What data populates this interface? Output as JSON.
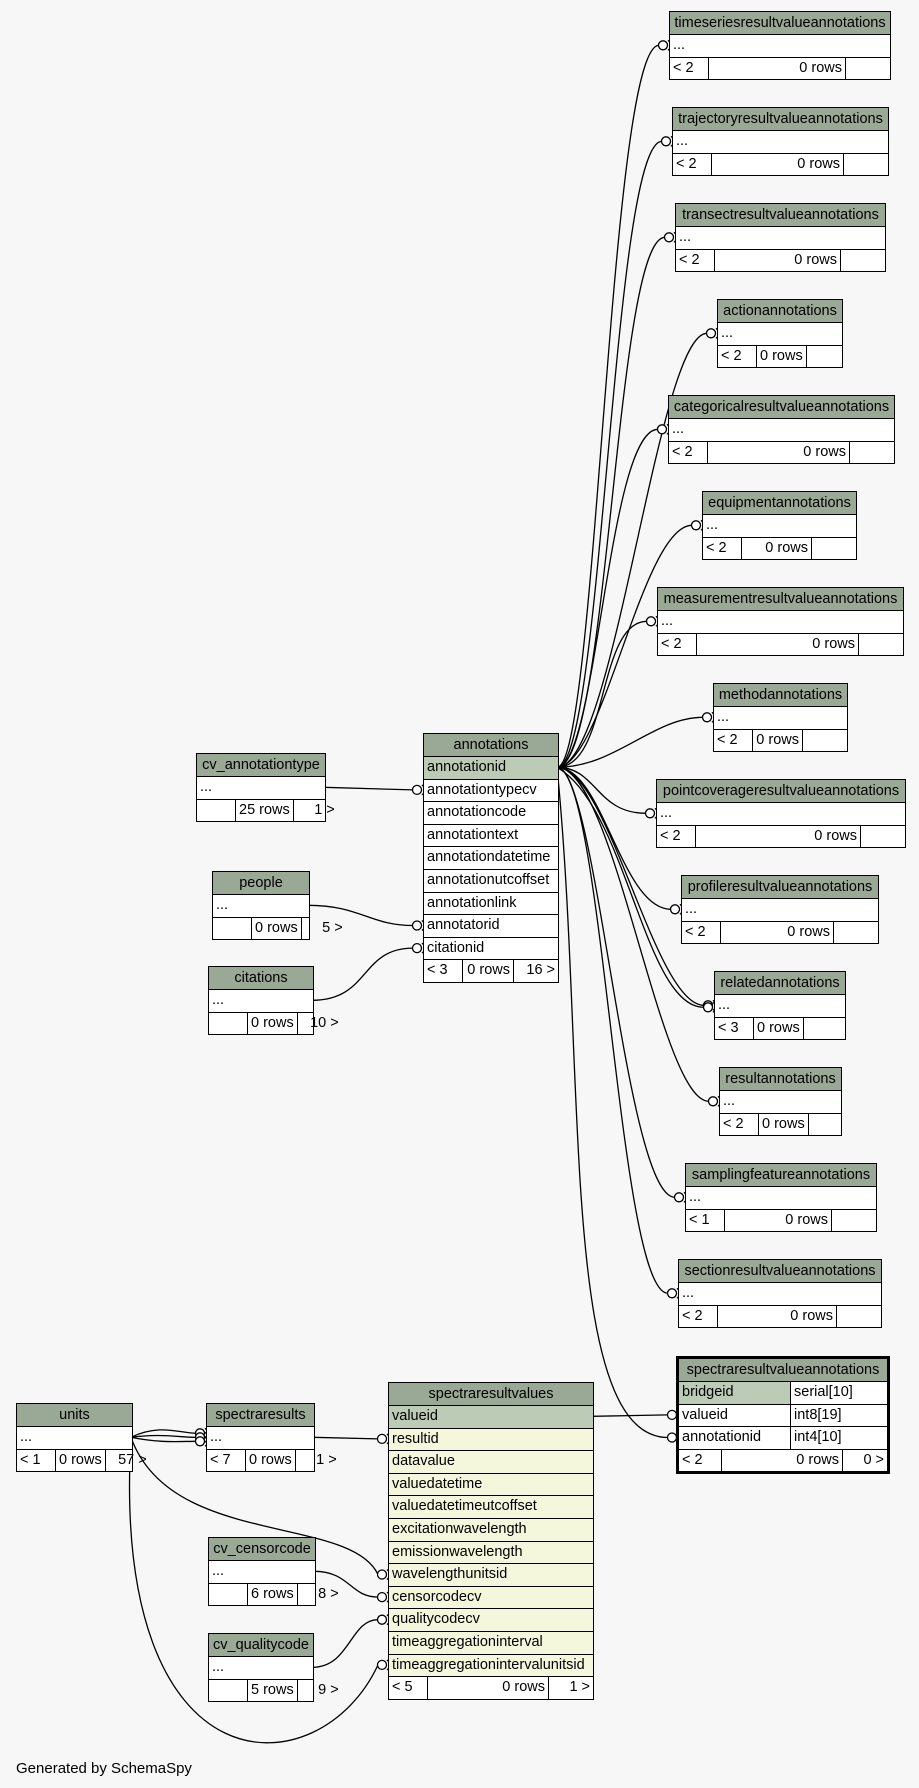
{
  "footer": {
    "generated_by": "Generated by SchemaSpy"
  },
  "tables": {
    "timeseriesresultvalueannotations": {
      "name": "timeseriesresultvalueannotations",
      "fields": [
        "..."
      ],
      "footer": [
        "< 2",
        "0 rows",
        ""
      ]
    },
    "trajectoryresultvalueannotations": {
      "name": "trajectoryresultvalueannotations",
      "fields": [
        "..."
      ],
      "footer": [
        "< 2",
        "0 rows",
        ""
      ]
    },
    "transectresultvalueannotations": {
      "name": "transectresultvalueannotations",
      "fields": [
        "..."
      ],
      "footer": [
        "< 2",
        "0 rows",
        ""
      ]
    },
    "actionannotations": {
      "name": "actionannotations",
      "fields": [
        "..."
      ],
      "footer": [
        "< 2",
        "0 rows",
        ""
      ]
    },
    "categoricalresultvalueannotations": {
      "name": "categoricalresultvalueannotations",
      "fields": [
        "..."
      ],
      "footer": [
        "< 2",
        "0 rows",
        ""
      ]
    },
    "equipmentannotations": {
      "name": "equipmentannotations",
      "fields": [
        "..."
      ],
      "footer": [
        "< 2",
        "0 rows",
        ""
      ]
    },
    "measurementresultvalueannotations": {
      "name": "measurementresultvalueannotations",
      "fields": [
        "..."
      ],
      "footer": [
        "< 2",
        "0 rows",
        ""
      ]
    },
    "methodannotations": {
      "name": "methodannotations",
      "fields": [
        "..."
      ],
      "footer": [
        "< 2",
        "0 rows",
        ""
      ]
    },
    "pointcoverageresultvalueannotations": {
      "name": "pointcoverageresultvalueannotations",
      "fields": [
        "..."
      ],
      "footer": [
        "< 2",
        "0 rows",
        ""
      ]
    },
    "profileresultvalueannotations": {
      "name": "profileresultvalueannotations",
      "fields": [
        "..."
      ],
      "footer": [
        "< 2",
        "0 rows",
        ""
      ]
    },
    "relatedannotations": {
      "name": "relatedannotations",
      "fields": [
        "..."
      ],
      "footer": [
        "< 3",
        "0 rows",
        ""
      ]
    },
    "resultannotations": {
      "name": "resultannotations",
      "fields": [
        "..."
      ],
      "footer": [
        "< 2",
        "0 rows",
        ""
      ]
    },
    "samplingfeatureannotations": {
      "name": "samplingfeatureannotations",
      "fields": [
        "..."
      ],
      "footer": [
        "< 1",
        "0 rows",
        ""
      ]
    },
    "sectionresultvalueannotations": {
      "name": "sectionresultvalueannotations",
      "fields": [
        "..."
      ],
      "footer": [
        "< 2",
        "0 rows",
        ""
      ]
    },
    "cv_annotationtype": {
      "name": "cv_annotationtype",
      "fields": [
        "..."
      ],
      "footer": [
        "",
        "25 rows",
        "1 >"
      ]
    },
    "people": {
      "name": "people",
      "fields": [
        "..."
      ],
      "footer": [
        "",
        "0 rows",
        "5 >"
      ]
    },
    "citations": {
      "name": "citations",
      "fields": [
        "..."
      ],
      "footer": [
        "",
        "0 rows",
        "10 >"
      ]
    },
    "annotations": {
      "name": "annotations",
      "pk": "annotationid",
      "fields": [
        "annotationtypecv",
        "annotationcode",
        "annotationtext",
        "annotationdatetime",
        "annotationutcoffset",
        "annotationlink",
        "annotatorid",
        "citationid"
      ],
      "footer": [
        "< 3",
        "0 rows",
        "16 >"
      ]
    },
    "spectraresultvalueannotations": {
      "name": "spectraresultvalueannotations",
      "fields": [
        {
          "name": "bridgeid",
          "type": "serial[10]"
        },
        {
          "name": "valueid",
          "type": "int8[19]"
        },
        {
          "name": "annotationid",
          "type": "int4[10]"
        }
      ],
      "footer": [
        "< 2",
        "0 rows",
        "0 >"
      ]
    },
    "units": {
      "name": "units",
      "fields": [
        "..."
      ],
      "footer": [
        "< 1",
        "0 rows",
        "57 >"
      ]
    },
    "spectraresults": {
      "name": "spectraresults",
      "fields": [
        "..."
      ],
      "footer": [
        "< 7",
        "0 rows",
        "1 >"
      ]
    },
    "cv_censorcode": {
      "name": "cv_censorcode",
      "fields": [
        "..."
      ],
      "footer": [
        "",
        "6 rows",
        "8 >"
      ]
    },
    "cv_qualitycode": {
      "name": "cv_qualitycode",
      "fields": [
        "..."
      ],
      "footer": [
        "",
        "5 rows",
        "9 >"
      ]
    },
    "spectraresultvalues": {
      "name": "spectraresultvalues",
      "pk": "valueid",
      "fields": [
        "resultid",
        "datavalue",
        "valuedatetime",
        "valuedatetimeutcoffset",
        "excitationwavelength",
        "emissionwavelength",
        "wavelengthunitsid",
        "censorcodecv",
        "qualitycodecv",
        "timeaggregationinterval",
        "timeaggregationintervalunitsid"
      ],
      "footer": [
        "< 5",
        "0 rows",
        "1 >"
      ]
    }
  }
}
